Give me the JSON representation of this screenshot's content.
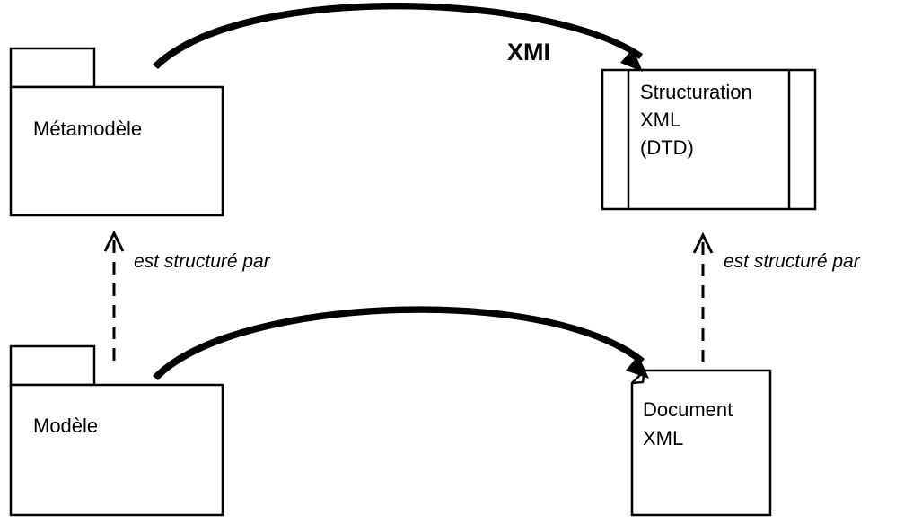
{
  "metamodel_package": {
    "label": "Métamodèle"
  },
  "model_package": {
    "label": "Modèle"
  },
  "xml_structure": {
    "lines": [
      "Structuration",
      "XML",
      "(DTD)"
    ]
  },
  "xml_document": {
    "lines": [
      "Document",
      "XML"
    ]
  },
  "transform_label": "XMI",
  "relations": {
    "left": "est structuré par",
    "right": "est structuré par"
  }
}
